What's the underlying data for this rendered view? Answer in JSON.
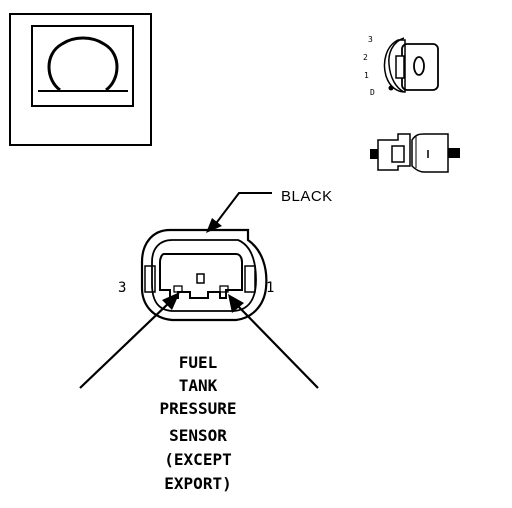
{
  "legend_key": {
    "pin_numbers": [
      "3",
      "2",
      "1",
      "D"
    ]
  },
  "connector": {
    "color_label": "BLACK",
    "pin_left": "3",
    "pin_right": "1"
  },
  "component": {
    "title_lines": [
      "FUEL",
      "TANK",
      "PRESSURE",
      "SENSOR",
      "(EXCEPT",
      "EXPORT)"
    ]
  },
  "icons": {
    "component_symbol": "omega-icon",
    "connector_face": "connector-face-icon",
    "connector_side": "connector-side-icon"
  }
}
